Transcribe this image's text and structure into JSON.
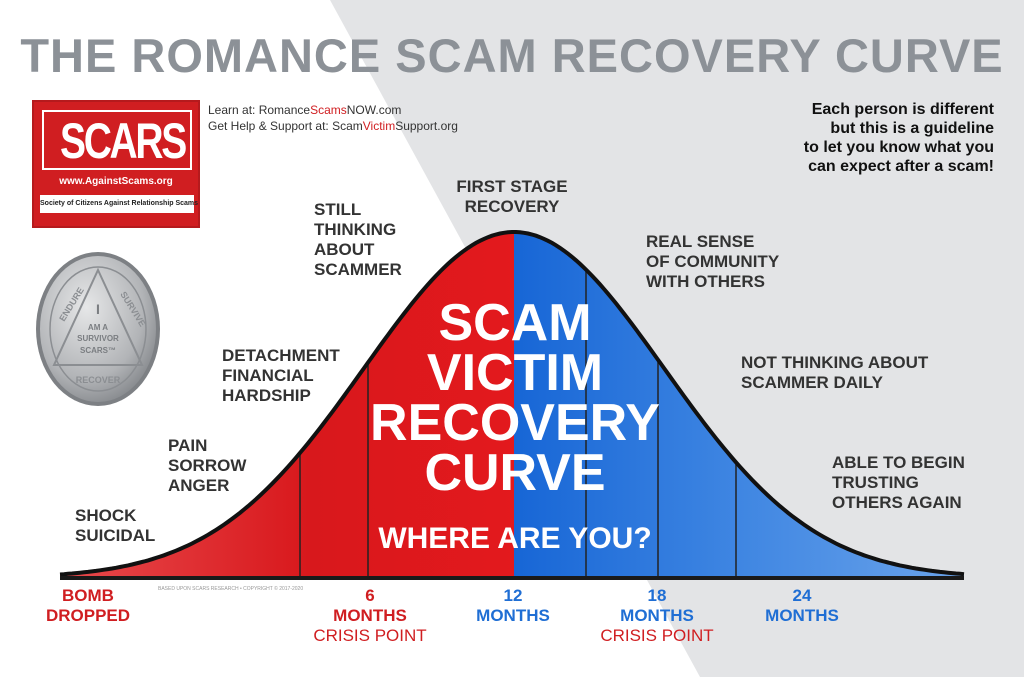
{
  "title": "THE ROMANCE SCAM RECOVERY CURVE",
  "logo": {
    "name": "SCARS",
    "url": "www.AgainstScams.org",
    "tagline": "Society of Citizens Against Relationship Scams"
  },
  "links": {
    "learn_prefix": "Learn at: Romance",
    "learn_highlight": "Scams",
    "learn_suffix": "NOW.com",
    "help_prefix": "Get Help & Support at: Scam",
    "help_highlight": "Victim",
    "help_suffix": "Support.org"
  },
  "guideline": [
    "Each person is different",
    "but this is a guideline",
    "to let you know what you",
    "can expect after a scam!"
  ],
  "medal": {
    "left_text": "ENDURE",
    "right_text": "SURVIVE",
    "bottom_text": "RECOVER",
    "center_lines": [
      "I",
      "AM A",
      "SURVIVOR",
      "SCARS™"
    ]
  },
  "stages": {
    "shock": [
      "SHOCK",
      "SUICIDAL"
    ],
    "pain": [
      "PAIN",
      "SORROW",
      "ANGER"
    ],
    "detachment": [
      "DETACHMENT",
      "FINANCIAL",
      "HARDSHIP"
    ],
    "still_thinking": [
      "STILL",
      "THINKING",
      "ABOUT",
      "SCAMMER"
    ],
    "first_stage": [
      "FIRST STAGE",
      "RECOVERY"
    ],
    "community": [
      "REAL SENSE",
      "OF COMMUNITY",
      "WITH OTHERS"
    ],
    "not_thinking": [
      "NOT THINKING ABOUT",
      "SCAMMER DAILY"
    ],
    "trusting": [
      "ABLE TO BEGIN",
      "TRUSTING",
      "OTHERS AGAIN"
    ]
  },
  "curve_title": [
    "SCAM",
    "VICTIM",
    "RECOVERY",
    "CURVE"
  ],
  "where": "WHERE ARE YOU?",
  "axis": {
    "bomb": [
      "BOMB",
      "DROPPED"
    ],
    "m6": [
      "6",
      "MONTHS"
    ],
    "m6_note": "CRISIS POINT",
    "m12": [
      "12",
      "MONTHS"
    ],
    "m18": [
      "18",
      "MONTHS"
    ],
    "m18_note": "CRISIS POINT",
    "m24": [
      "24",
      "MONTHS"
    ]
  },
  "copyright": "BASED UPON SCARS RESEARCH • COPYRIGHT © 2017-2020",
  "colors": {
    "red": "#d01e21",
    "blue": "#1f6ed4",
    "title_gray": "#8c9197"
  }
}
